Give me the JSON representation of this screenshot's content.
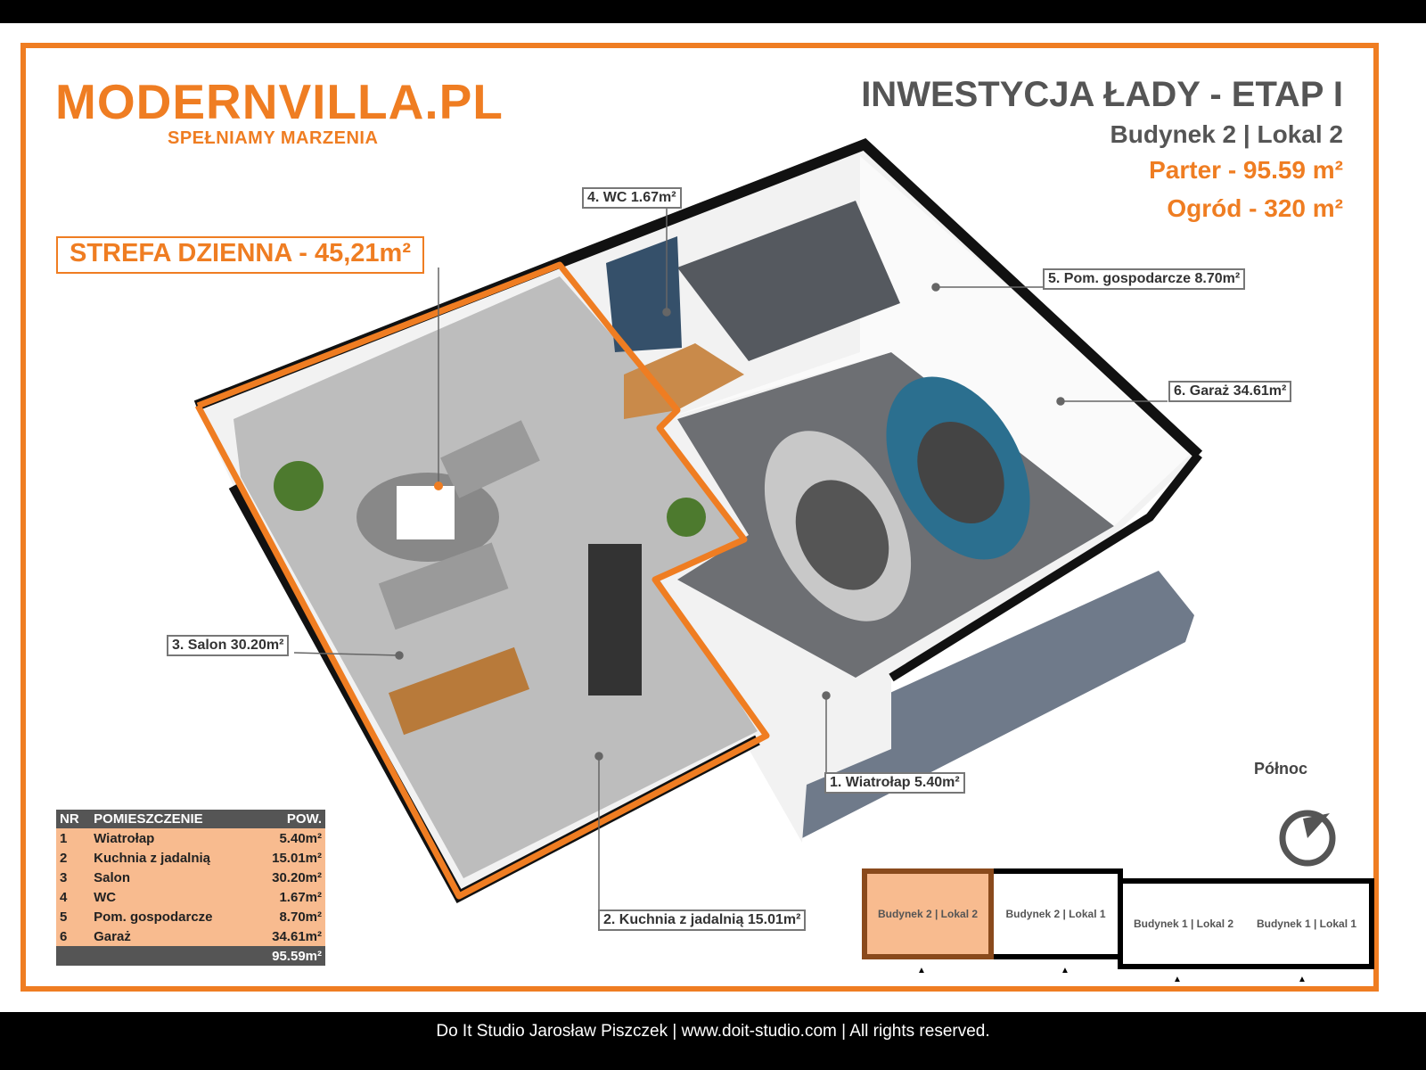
{
  "header": {
    "brand": "MODERNVILLA.PL",
    "slogan": "SPEŁNIAMY MARZENIA",
    "title": "INWESTYCJA ŁADY - ETAP I",
    "building": "Budynek 2 | Lokal 2",
    "parter": "Parter - 95.59 m²",
    "garden": "Ogród - 320 m²"
  },
  "zone": "STREFA DZIENNA - 45,21m²",
  "labels": {
    "wc": "4. WC 1.67m²",
    "pom": "5. Pom. gospodarcze 8.70m²",
    "garaz": "6. Garaż 34.61m²",
    "salon": "3. Salon 30.20m²",
    "wiatrolap": "1. Wiatrołap 5.40m²",
    "kuchnia": "2. Kuchnia z jadalnią 15.01m²"
  },
  "table": {
    "headers": [
      "NR",
      "POMIESZCZENIE",
      "POW."
    ],
    "rows": [
      [
        "1",
        "Wiatrołap",
        "5.40m²"
      ],
      [
        "2",
        "Kuchnia z jadalnią",
        "15.01m²"
      ],
      [
        "3",
        "Salon",
        "30.20m²"
      ],
      [
        "4",
        "WC",
        "1.67m²"
      ],
      [
        "5",
        "Pom. gospodarcze",
        "8.70m²"
      ],
      [
        "6",
        "Garaż",
        "34.61m²"
      ]
    ],
    "total": "95.59m²"
  },
  "north": "Północ",
  "keyplan": [
    "Budynek 2 | Lokal 2",
    "Budynek 2 | Lokal 1",
    "Budynek 1 | Lokal 2",
    "Budynek 1 | Lokal 1"
  ],
  "footer": "Do It Studio Jarosław Piszczek | www.doit-studio.com | All rights reserved.",
  "colors": {
    "accent": "#ef7d22",
    "highlight": "#f8bb8f"
  }
}
